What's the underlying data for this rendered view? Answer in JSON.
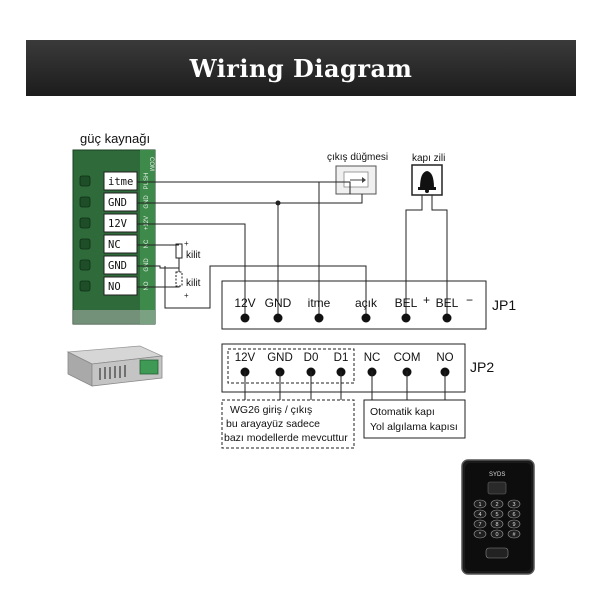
{
  "title": "Wiring Diagram",
  "power_supply": {
    "label": "güç kaynağı",
    "terminals": [
      "itme",
      "GND",
      "12V",
      "NC",
      "GND",
      "NO"
    ],
    "side_labels": [
      "PUSH",
      "GND",
      "+12V",
      "NC",
      "GND",
      "NO"
    ],
    "top_mark": "COM"
  },
  "lock_labels": [
    "kilit",
    "kilit"
  ],
  "exit_button": {
    "label": "çıkış düğmesi"
  },
  "door_bell": {
    "label": "kapı zili"
  },
  "jp1": {
    "name": "JP1",
    "pins": [
      "12V",
      "GND",
      "itme",
      "açık",
      "BEL",
      "BEL"
    ],
    "plus": "+",
    "minus": "−"
  },
  "jp2": {
    "name": "JP2",
    "pins": [
      "12V",
      "GND",
      "D0",
      "D1",
      "NC",
      "COM",
      "NO"
    ]
  },
  "notes": {
    "wg26": [
      "WG26 giriş / çıkış",
      "bu arayayüz sadece",
      "bazı modellerde mevcuttur"
    ],
    "auto_door": [
      "Otomatik kapı",
      "Yol algılama kapısı"
    ]
  },
  "keypad": {
    "brand": "SYDS",
    "keys": [
      "1",
      "2",
      "3",
      "4",
      "5",
      "6",
      "7",
      "8",
      "9",
      "*",
      "0",
      "#"
    ]
  },
  "colors": {
    "banner": "#262626",
    "board": "#2f6b3a",
    "terminal": "#1e4e28"
  }
}
